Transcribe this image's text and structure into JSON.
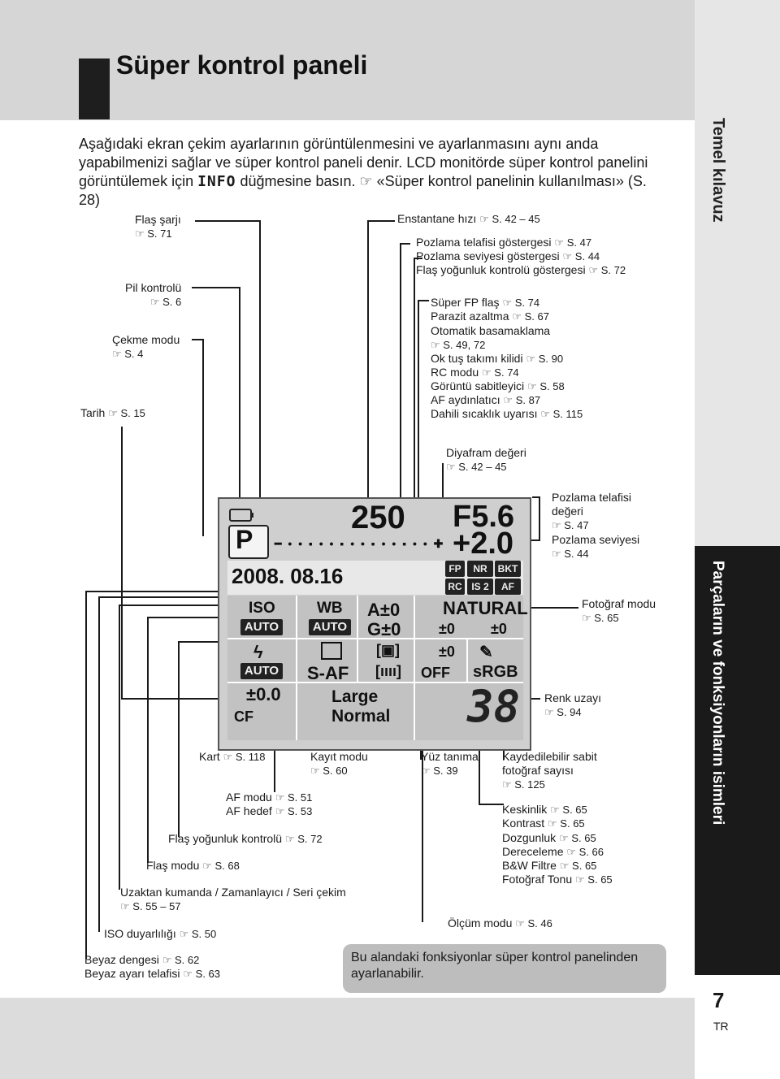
{
  "page": {
    "title": "Süper kontrol paneli",
    "intro_part1": "Aşağıdaki ekran çekim ayarlarının görüntülenmesini ve ayarlanmasını aynı anda yapabilmenizi sağlar ve süper kontrol paneli denir. LCD monitörde süper kontrol panelini görüntülemek için ",
    "intro_button": "INFO",
    "intro_part2": " düğmesine basın. ☞ «Süper kontrol panelinin kullanılması» (S. 28)",
    "side_tab_top": "Temel kılavuz",
    "side_tab_bottom": "Parçaların ve fonksiyonların isimleri",
    "page_number": "7",
    "language": "TR",
    "note": "Bu alandaki fonksiyonlar süper kontrol panelinden ayarlanabilir."
  },
  "labels": {
    "flash_charge": "Flaş şarjı",
    "flash_charge_ref": "☞ S. 71",
    "battery": "Pil kontrolü",
    "battery_ref": "☞ S. 6",
    "drive": "Çekme modu",
    "drive_ref": "☞ S. 4",
    "date": "Tarih",
    "date_ref": "☞ S. 15",
    "shutter": "Enstantane hızı",
    "shutter_ref": "☞ S. 42 – 45",
    "exp_indicator": "Pozlama telafisi göstergesi",
    "exp_indicator_ref": "☞ S. 47",
    "exp_level": "Pozlama seviyesi göstergesi",
    "exp_level_ref": "☞ S. 44",
    "flash_intensity_ind": "Flaş yoğunluk kontrolü göstergesi",
    "flash_intensity_ind_ref": "☞ S. 72",
    "super_fp": "Süper FP flaş",
    "super_fp_ref": "☞ S. 74",
    "noise": "Parazit azaltma",
    "noise_ref": "☞ S. 67",
    "bracket": "Otomatik basamaklama",
    "bracket_ref": "☞ S. 49, 72",
    "lock": "Ok tuş takımı kilidi",
    "lock_ref": "☞ S. 90",
    "rc": "RC modu",
    "rc_ref": "☞ S. 74",
    "stabilizer": "Görüntü sabitleyici",
    "stabilizer_ref": "☞ S. 58",
    "af_illum": "AF aydınlatıcı",
    "af_illum_ref": "☞ S. 87",
    "temp": "Dahili sıcaklık uyarısı",
    "temp_ref": "☞ S. 115",
    "aperture": "Diyafram değeri",
    "aperture_ref": "☞ S. 42 – 45",
    "exp_comp": "Pozlama telafisi değeri",
    "exp_comp_ref": "☞ S. 47",
    "exp_lvl": "Pozlama seviyesi",
    "exp_lvl_ref": "☞ S. 44",
    "photo_mode": "Fotoğraf modu",
    "photo_mode_ref": "☞ S. 65",
    "color_space": "Renk uzayı",
    "color_space_ref": "☞ S. 94",
    "card": "Kart",
    "card_ref": "☞ S. 118",
    "record": "Kayıt modu",
    "record_ref": "☞ S. 60",
    "face": "Yüz tanıma",
    "face_ref": "☞ S. 39",
    "storable": "Kaydedilebilir sabit fotoğraf sayısı",
    "storable_ref": "☞ S. 125",
    "af_mode": "AF modu",
    "af_mode_ref": "☞ S. 51",
    "af_target": "AF hedef",
    "af_target_ref": "☞ S. 53",
    "sharpness": "Keskinlik",
    "sharpness_ref": "☞ S. 65",
    "contrast": "Kontrast",
    "contrast_ref": "☞ S. 65",
    "saturation": "Dozgunluk",
    "saturation_ref": "☞ S. 65",
    "gradation": "Dereceleme",
    "gradation_ref": "☞ S. 66",
    "bw_filter": "B&W Filtre",
    "bw_filter_ref": "☞ S. 65",
    "photo_tone": "Fotoğraf Tonu",
    "photo_tone_ref": "☞ S. 65",
    "flash_intensity": "Flaş yoğunluk kontrolü",
    "flash_intensity_ref": "☞ S. 72",
    "flash_mode": "Flaş modu",
    "flash_mode_ref": "☞ S. 68",
    "remote": "Uzaktan kumanda / Zamanlayıcı / Seri çekim",
    "remote_ref": "☞ S. 55 – 57",
    "metering": "Ölçüm modu",
    "metering_ref": "☞ S. 46",
    "iso": "ISO duyarlılığı",
    "iso_ref": "☞ S. 50",
    "wb": "Beyaz dengesi",
    "wb_ref": "☞ S. 62",
    "wb_comp": "Beyaz ayarı telafisi",
    "wb_comp_ref": "☞ S. 63"
  },
  "panel": {
    "mode": "P",
    "shutter": "250",
    "aperture": "F5.6",
    "exp_comp": "+2.0",
    "date": "2008. 08.16",
    "chips_row1": [
      "FP",
      "NR",
      "BKT"
    ],
    "chips_row2": [
      "RC",
      "IS 2",
      "AF"
    ],
    "iso_label": "ISO",
    "iso_value": "AUTO",
    "wb_label": "WB",
    "wb_value": "AUTO",
    "wb_a": "A±0",
    "wb_g": "G±0",
    "picture_mode": "NATURAL",
    "sharp": "±0",
    "contrast": "±0",
    "sat": "±0",
    "flash_value": "AUTO",
    "af_mode": "S-AF",
    "face": "OFF",
    "color_space": "sRGB",
    "flash_comp": "±0.0",
    "size": "Large",
    "compression": "Normal",
    "card": "CF",
    "count": "38"
  }
}
